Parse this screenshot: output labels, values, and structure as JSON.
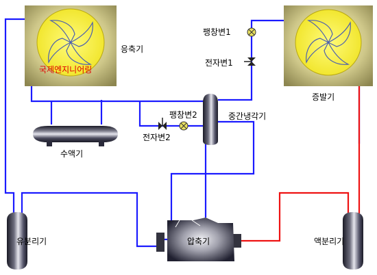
{
  "labels": {
    "condenser": "응축기",
    "brand": "국제엔지니어링",
    "evaporator": "증발기",
    "expansion_valve_1": "팽창변1",
    "solenoid_valve_1": "전자변1",
    "expansion_valve_2": "팽창변2",
    "solenoid_valve_2": "전자변2",
    "intercooler": "중간냉각기",
    "receiver": "수액기",
    "oil_separator": "유분리기",
    "compressor": "압축기",
    "liquid_separator": "액분리기"
  },
  "colors": {
    "pipe_blue": "#1a1aff",
    "pipe_red": "#ee1111",
    "fan_yellow": "#fbf43a",
    "fan_box": "#b6b070",
    "equipment_dark": "#2a2a3a",
    "brand_text": "#e00000"
  },
  "icons": {
    "fan": "fan-icon",
    "expansion_valve": "expansion-valve-icon",
    "solenoid_valve": "solenoid-valve-icon"
  }
}
